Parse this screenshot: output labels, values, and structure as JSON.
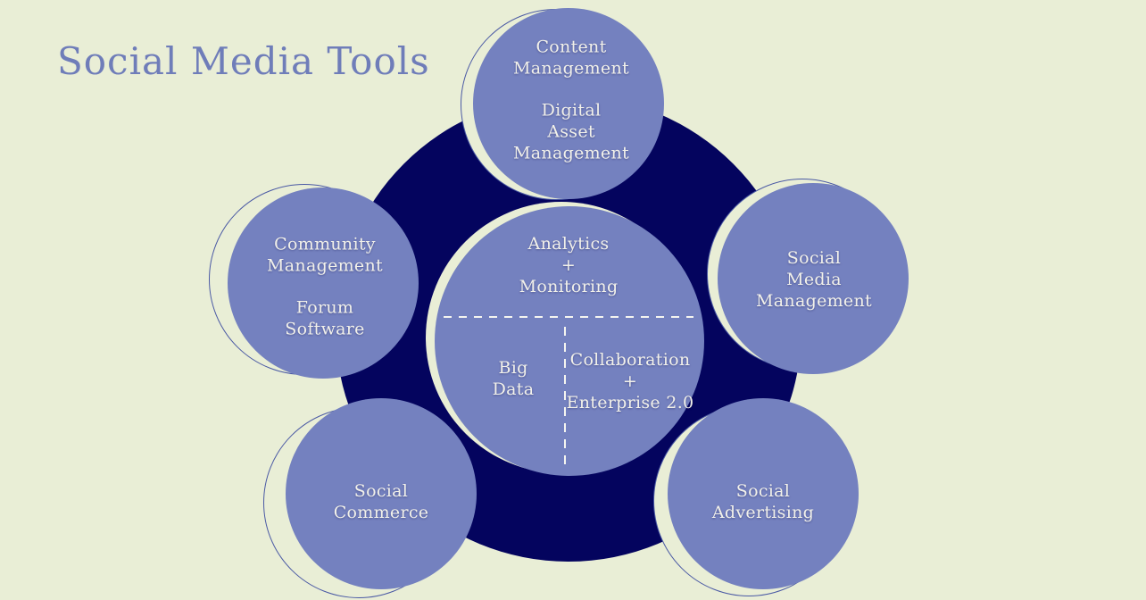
{
  "title": "Social Media Tools",
  "colors": {
    "background": "#e9eed6",
    "ring_fill": "#04045e",
    "bubble_fill": "#7481bf",
    "halo_fill": "#e9eed6",
    "outline_stroke": "#4a59a4",
    "bubble_text": "#f2f1ea",
    "title_text": "#6f7db9",
    "divider": "#f5f5f0"
  },
  "hub": {
    "analytics_monitoring": {
      "lines": [
        "Analytics",
        "+",
        "Monitoring"
      ]
    },
    "big_data": {
      "lines": [
        "Big",
        "Data"
      ]
    },
    "collaboration_enterprise": {
      "lines": [
        "Collaboration",
        "+",
        "Enterprise 2.0"
      ]
    }
  },
  "bubbles": {
    "content": {
      "g1": [
        "Content",
        "Management"
      ],
      "g2": [
        "Digital",
        "Asset",
        "Management"
      ]
    },
    "community": {
      "g1": [
        "Community",
        "Management"
      ],
      "g2": [
        "Forum",
        "Software"
      ]
    },
    "social_media": {
      "g1": [
        "Social",
        "Media",
        "Management"
      ]
    },
    "commerce": {
      "g1": [
        "Social",
        "Commerce"
      ]
    },
    "advertising": {
      "g1": [
        "Social",
        "Advertising"
      ]
    }
  }
}
